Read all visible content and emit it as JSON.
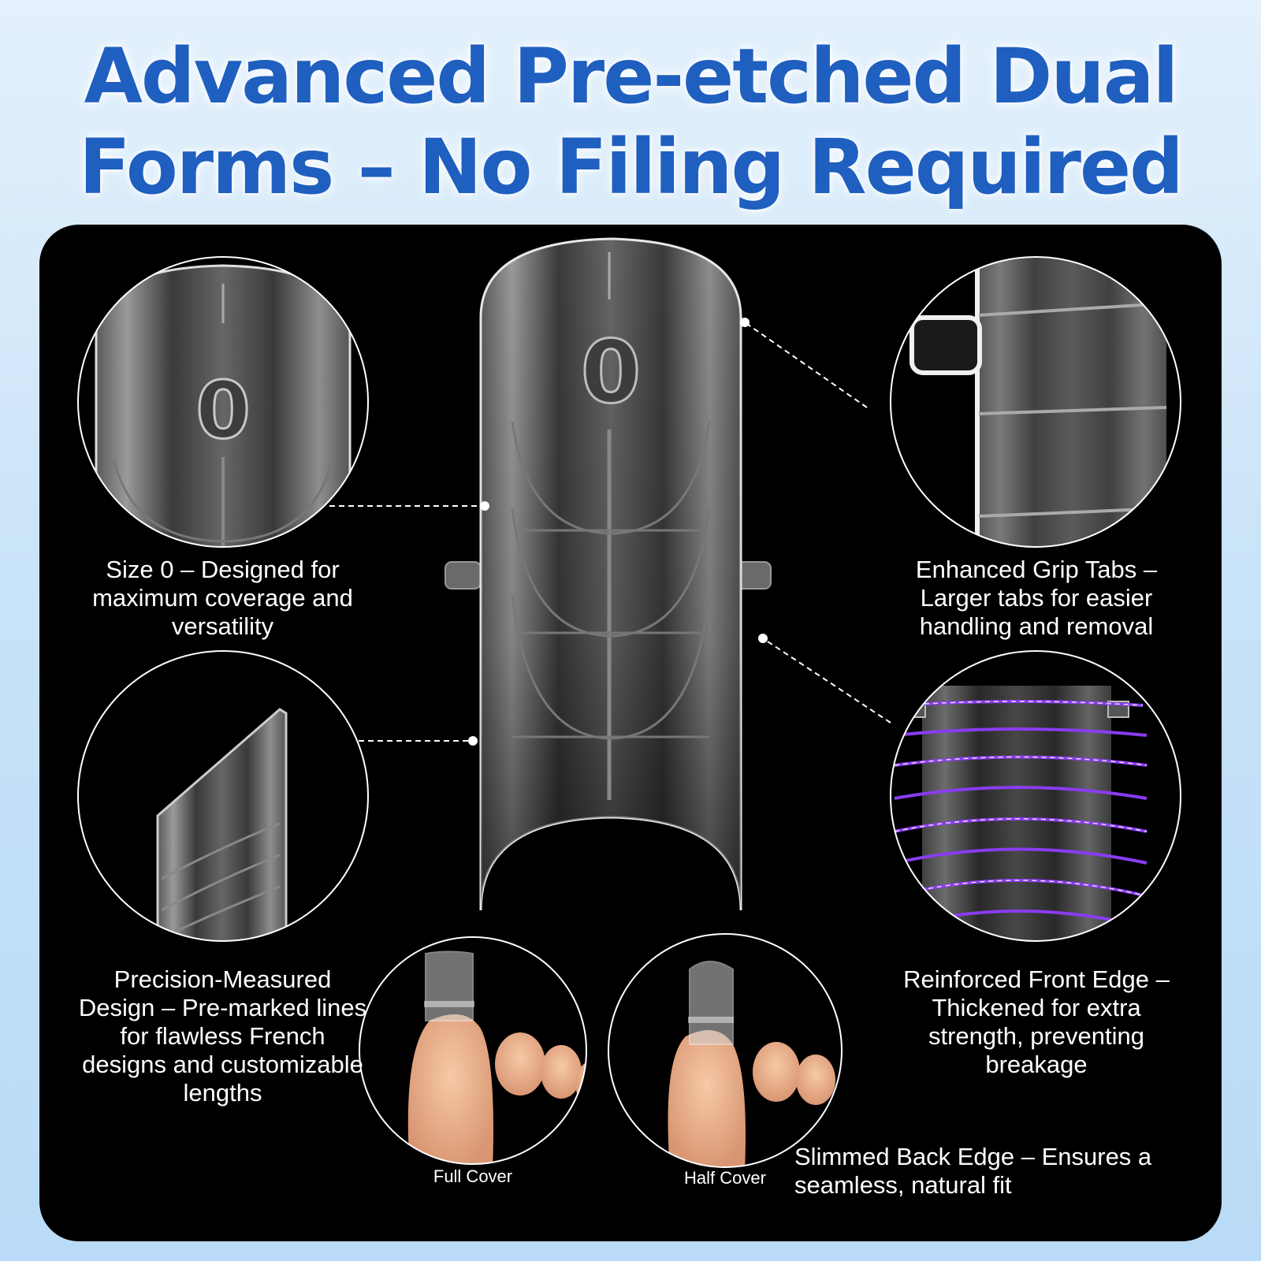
{
  "title": {
    "line1": "Advanced Pre-etched Dual",
    "line2": "Forms – No Filing Required"
  },
  "features": {
    "size": "Size 0 – Designed for maximum coverage and versatility",
    "grip": "Enhanced Grip Tabs – Larger tabs for easier handling and removal",
    "precision": "Precision-Measured Design – Pre-marked lines for flawless French designs and customizable lengths",
    "reinforced": "Reinforced Front Edge – Thickened for extra strength, preventing breakage",
    "slimmed": "Slimmed Back Edge – Ensures a seamless, natural fit"
  },
  "toe_labels": {
    "full": "Full Cover",
    "half": "Half Cover"
  },
  "form_size_mark": "0",
  "colors": {
    "title": "#1f5fbf",
    "panel": "#000000",
    "reinforce_lines": "#8a3cf0"
  }
}
